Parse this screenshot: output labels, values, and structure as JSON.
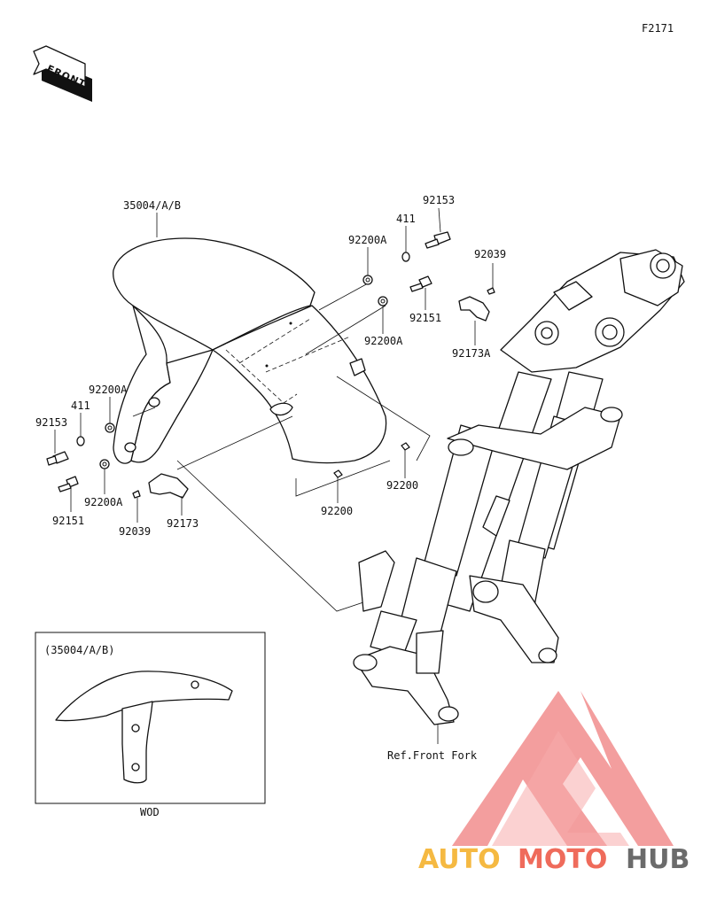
{
  "diagram": {
    "figure_code": "F2171",
    "front_label": "FRONT",
    "inset_title": "(35004/A/B)",
    "inset_caption": "WOD",
    "ref_label": "Ref.Front Fork",
    "parts": {
      "fender": "35004/A/B",
      "bolt_top": "92153",
      "collar_top": "411",
      "washer_top": "92200A",
      "screw_right": "92039",
      "bolt_mid": "92151",
      "washer_mid": "92200A",
      "clamp_right": "92173A",
      "washer_left": "92200A",
      "collar_left": "411",
      "bolt_left": "92153",
      "bolt_left_low": "92151",
      "washer_left_low": "92200A",
      "screw_left": "92039",
      "clamp_left": "92173",
      "nut_right": "92200",
      "nut_center": "92200"
    }
  },
  "watermark": {
    "brand_a": "AUTO",
    "brand_b": "MOTO",
    "brand_c": "HUB",
    "color_a": "#f5b942",
    "color_b": "#ef6b5b",
    "color_c": "#6b6b6b",
    "logo_color": "#f08080"
  }
}
